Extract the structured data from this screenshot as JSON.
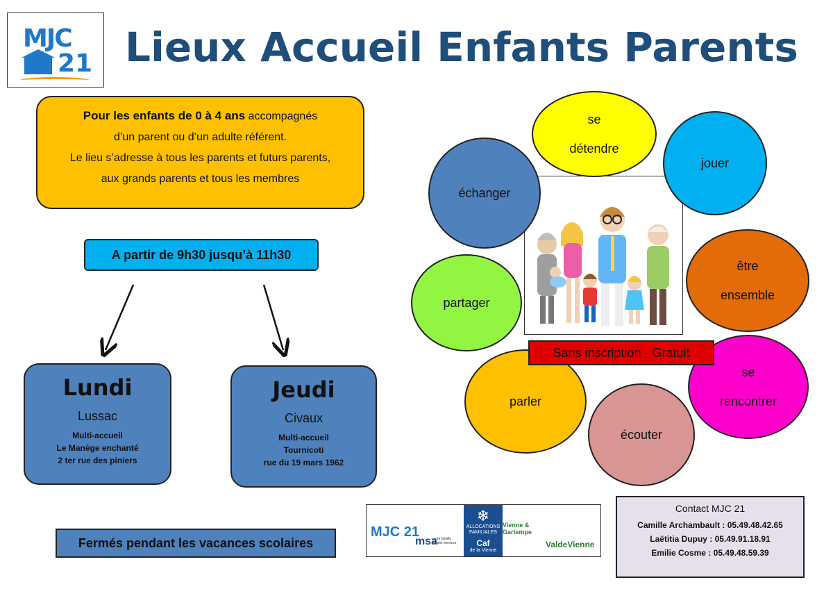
{
  "logo": {
    "top": "MJC",
    "number": "21"
  },
  "title": "Lieux Accueil Enfants Parents",
  "info": {
    "line1_bold": "Pour les enfants de 0 à 4 ans",
    "line1_rest": " accompagnés",
    "line2": "d’un parent ou d’un adulte référent.",
    "line3": "Le lieu s’adresse à tous les parents et futurs parents,",
    "line4": "aux grands parents et tous les membres"
  },
  "hours": "A partir de 9h30 jusqu’à 11h30",
  "days": [
    {
      "name": "Lundi",
      "town": "Lussac",
      "lines": [
        "Multi-accueil",
        "Le Manège enchanté",
        "2 ter rue des piniers"
      ]
    },
    {
      "name": "Jeudi",
      "town": "Civaux",
      "lines": [
        "Multi-accueil",
        "Tournicoti",
        "rue du 19 mars 1962"
      ]
    }
  ],
  "closed": "Fermés pendant les vacances scolaires",
  "circles": [
    {
      "id": "se-detendre",
      "lines": [
        "se",
        "détendre"
      ],
      "color": "#ffff00"
    },
    {
      "id": "jouer",
      "lines": [
        "jouer"
      ],
      "color": "#00b0f0"
    },
    {
      "id": "echanger",
      "lines": [
        "échanger"
      ],
      "color": "#4f81bd"
    },
    {
      "id": "etre-ensemble",
      "lines": [
        "être",
        "ensemble"
      ],
      "color": "#e36c09"
    },
    {
      "id": "partager",
      "lines": [
        "partager"
      ],
      "color": "#92f542"
    },
    {
      "id": "se-rencontrer",
      "lines": [
        "se",
        "rencontrer"
      ],
      "color": "#ff00cc"
    },
    {
      "id": "parler",
      "lines": [
        "parler"
      ],
      "color": "#ffc000"
    },
    {
      "id": "ecouter",
      "lines": [
        "écouter"
      ],
      "color": "#d99594"
    }
  ],
  "free": "Sans inscription - Gratuit",
  "partners": {
    "mjc": "MJC 21",
    "msa": "msa",
    "msa_sub": "santé famille retraite services",
    "caf_top": "ALLOCATIONS FAMILIALES",
    "caf_mid": "Caf",
    "caf_bottom": "de la Vienne",
    "vienne": "Vienne & Gartempe",
    "valdevienne": "ValdeVienne"
  },
  "contact": {
    "title": "Contact MJC 21",
    "lines": [
      "Camille Archambault : 05.49.48.42.65",
      "Laëtitia Dupuy : 05.49.91.18.91",
      "Emilie Cosme : 05.49.48.59.39"
    ]
  }
}
